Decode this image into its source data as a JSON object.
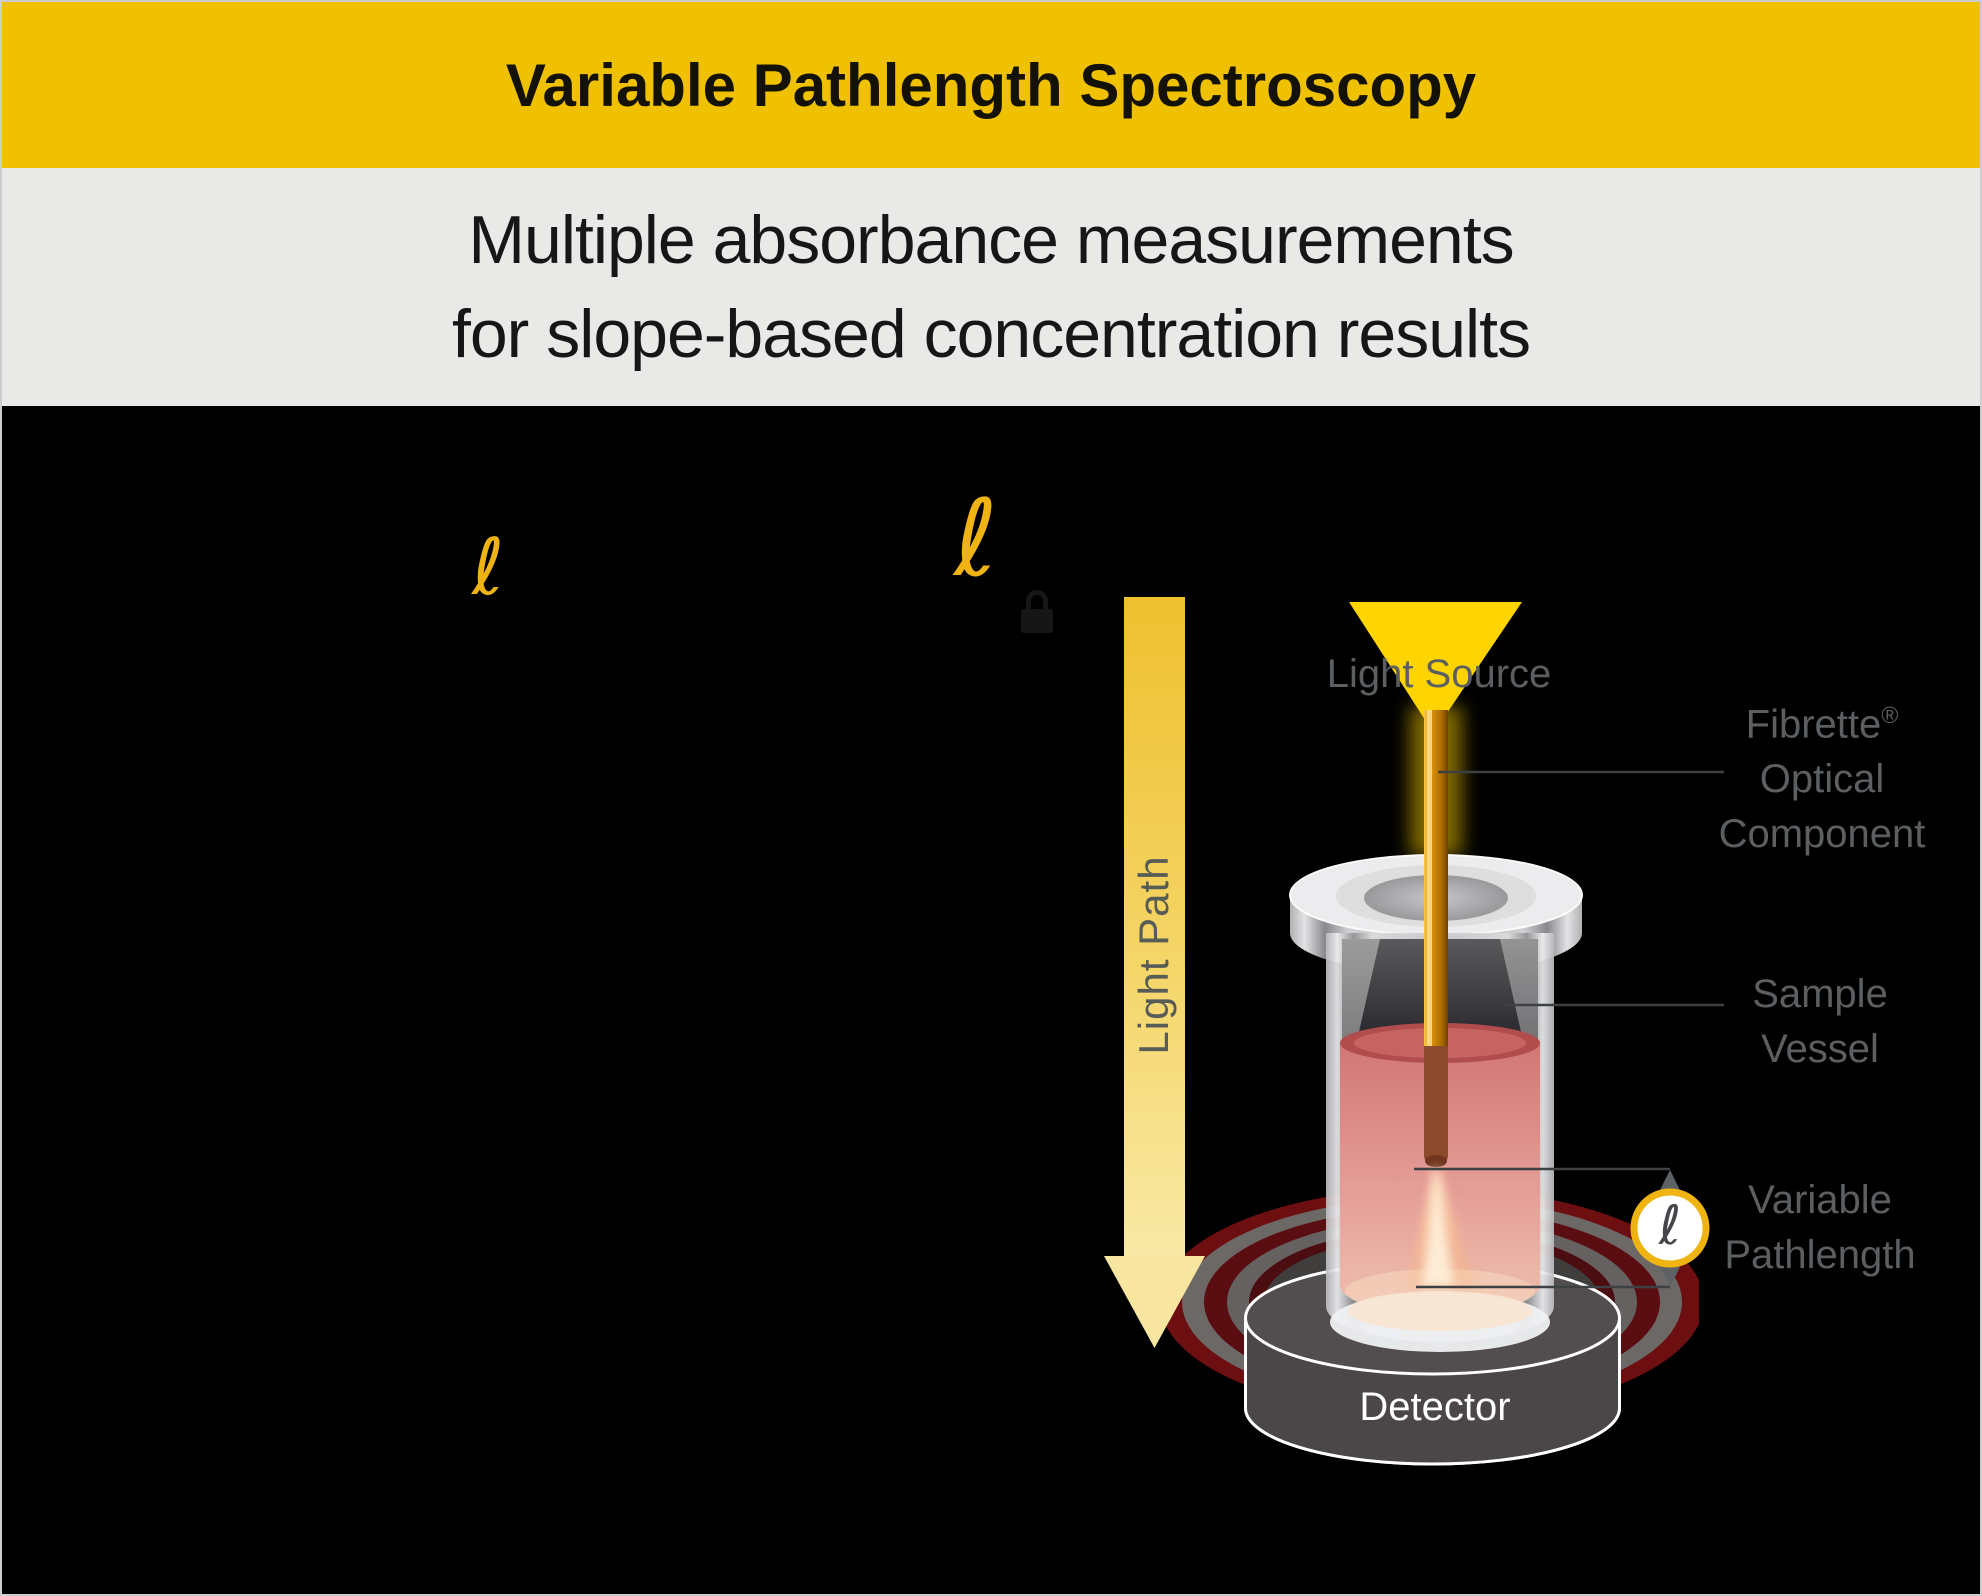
{
  "header": {
    "title": "Variable Pathlength Spectroscopy"
  },
  "subtitle": {
    "line1": "Multiple absorbance measurements",
    "line2": "for slope-based concentration results"
  },
  "equation": {
    "pathlength_symbol_1": "ℓ",
    "pathlength_symbol_2": "ℓ"
  },
  "diagram": {
    "light_path_label": "Light Path",
    "light_source_label": "Light Source",
    "fibrette_label": {
      "name": "Fibrette",
      "registered_mark": "®",
      "line2": "Optical",
      "line3": "Component"
    },
    "sample_vessel_label": {
      "line1": "Sample",
      "line2": "Vessel"
    },
    "variable_pathlength_label": {
      "line1": "Variable",
      "line2": "Pathlength"
    },
    "pathlength_symbol": "ℓ",
    "detector_label": "Detector",
    "colors": {
      "header_yellow": "#efc100",
      "accent_gold": "#f0b411",
      "light_source_yellow": "#ffd400",
      "label_gray": "#5b5f62",
      "detector_gray": "#4b4748",
      "liquid_pink": "#e49a94",
      "ring_red": "#6d0f11"
    }
  }
}
